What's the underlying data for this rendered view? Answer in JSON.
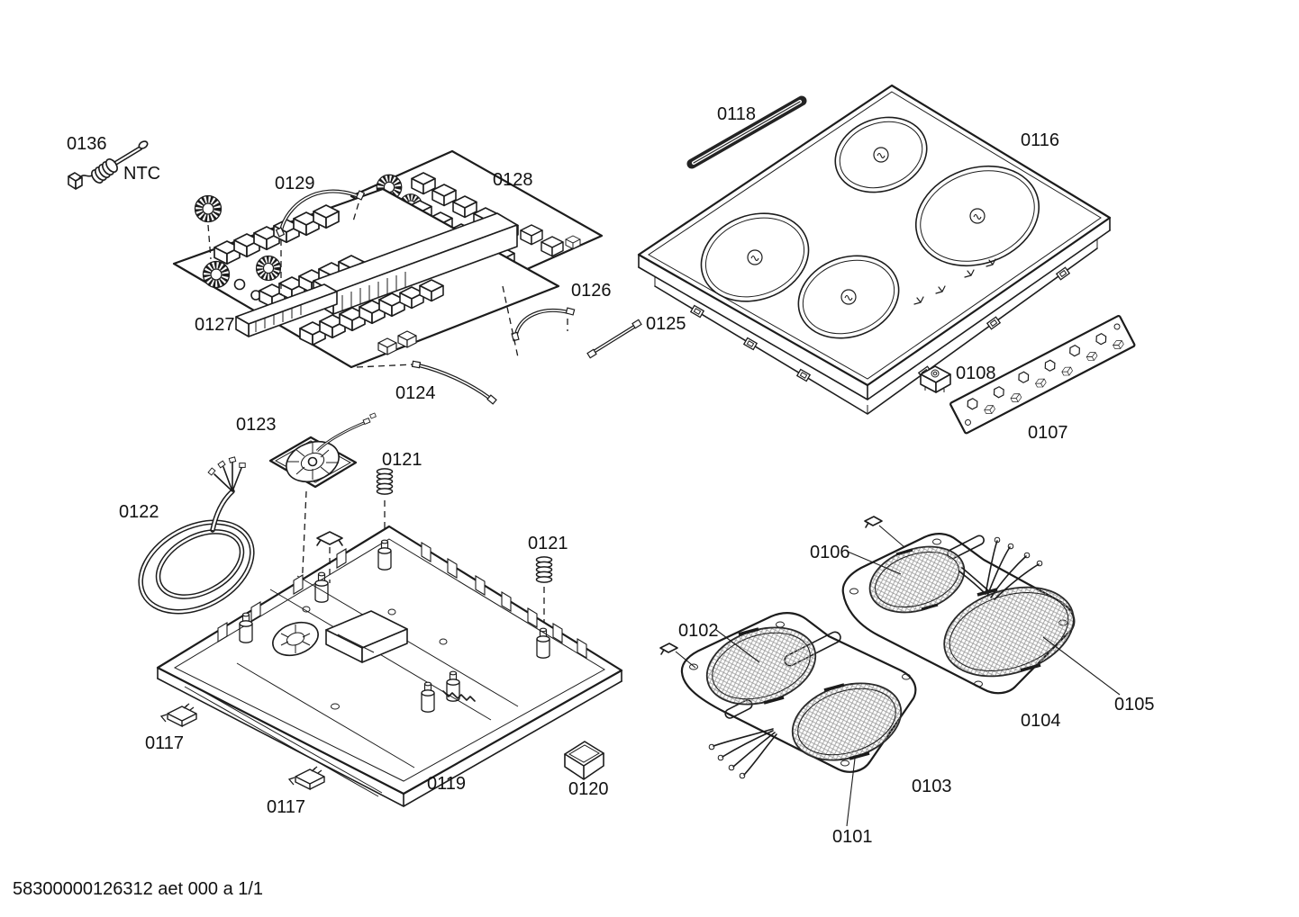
{
  "labels": {
    "p0101": "0101",
    "p0102": "0102",
    "p0103": "0103",
    "p0104": "0104",
    "p0105": "0105",
    "p0106": "0106",
    "p0107": "0107",
    "p0108": "0108",
    "p0116": "0116",
    "p0117": "0117",
    "p0118": "0118",
    "p0119": "0119",
    "p0120": "0120",
    "p0121": "0121",
    "p0122": "0122",
    "p0123": "0123",
    "p0124": "0124",
    "p0125": "0125",
    "p0126": "0126",
    "p0127": "0127",
    "p0128": "0128",
    "p0129": "0129",
    "p0136": "0136",
    "ntc": "NTC"
  },
  "footer": {
    "doc_ref": "58300000126312 aet 000 a 1/1"
  },
  "colors": {
    "line": "#1c1c1c",
    "background": "#ffffff",
    "coil_hatch": "#9f9f9f"
  }
}
